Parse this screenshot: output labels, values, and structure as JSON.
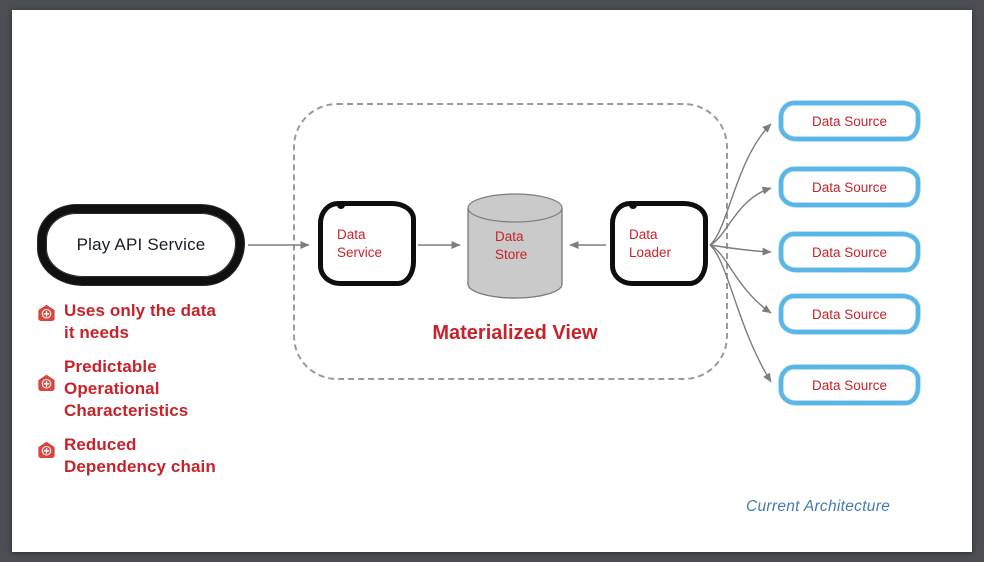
{
  "colors": {
    "accent_red": "#c6232b",
    "badge_red": "#d9463f",
    "source_border_blue": "#5ab6e7",
    "caption_blue": "#4579b4",
    "node_border_black": "#0e0e0e",
    "cylinder_fill": "#cacaca",
    "connector_gray": "#7d7d7d",
    "frame_gray": "#4b4f54"
  },
  "play_api": {
    "label": "Play API Service"
  },
  "materialized_view": {
    "label": "Materialized View",
    "data_service": {
      "label": "Data Service"
    },
    "data_store": {
      "label": "Data Store"
    },
    "data_loader": {
      "label": "Data Loader"
    }
  },
  "data_sources": [
    {
      "label": "Data Source"
    },
    {
      "label": "Data Source"
    },
    {
      "label": "Data Source"
    },
    {
      "label": "Data Source"
    },
    {
      "label": "Data Source"
    }
  ],
  "benefits": [
    {
      "icon": "plus-badge-icon",
      "lines": [
        "Uses only the data",
        "it needs"
      ]
    },
    {
      "icon": "plus-badge-icon",
      "lines": [
        "Predictable",
        "Operational",
        "Characteristics"
      ]
    },
    {
      "icon": "plus-badge-icon",
      "lines": [
        "Reduced",
        "Dependency chain"
      ]
    }
  ],
  "caption": "Current Architecture"
}
